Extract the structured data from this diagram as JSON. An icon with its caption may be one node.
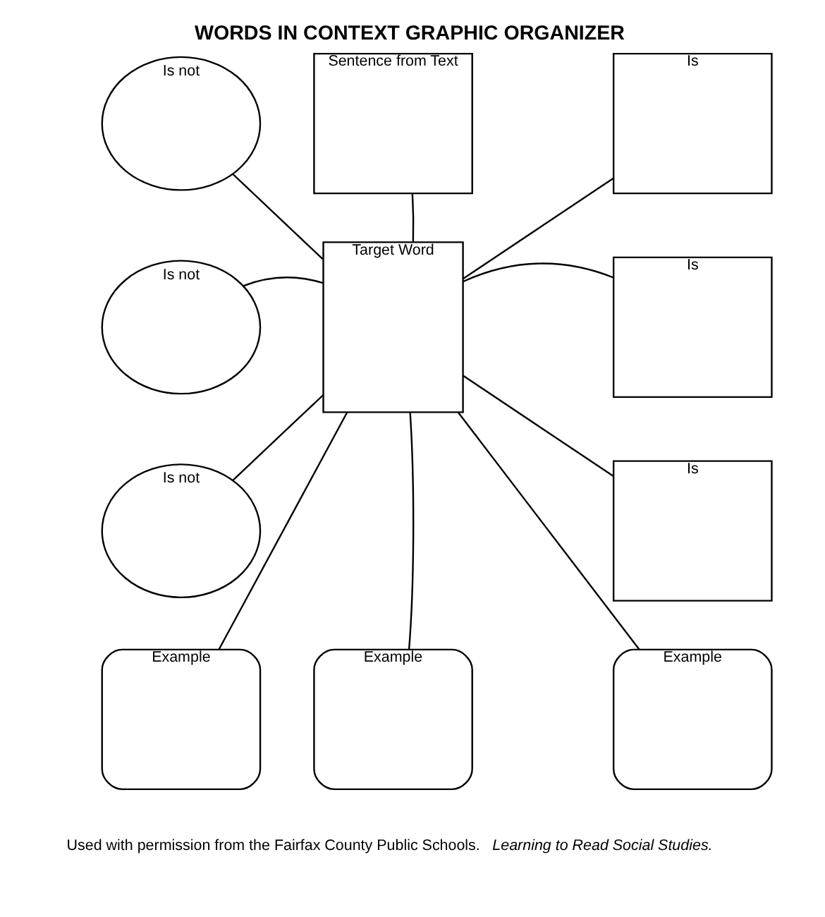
{
  "diagram": {
    "title": "WORDS IN CONTEXT GRAPHIC ORGANIZER",
    "caption": "Used with permission from the Fairfax County Public Schools. *Learning to Read Social Studies.*",
    "nodes": [
      {
        "text": [
          "Is not"
        ]
      },
      {
        "text": [
          "Sentence from Text"
        ]
      },
      {
        "text": [
          "Is"
        ]
      },
      {
        "text": [
          "Is not"
        ]
      },
      {
        "text": [
          "Target Word"
        ]
      },
      {
        "text": [
          "Is"
        ]
      },
      {
        "text": [
          "Is not"
        ]
      },
      {
        "text": [
          "Is"
        ]
      },
      {
        "text": [
          "Example"
        ]
      },
      {
        "text": [
          "Example"
        ]
      },
      {
        "text": [
          "Example"
        ]
      }
    ],
    "edges": [
      {
        "from": 4,
        "to": 0,
        "arrow": "none"
      },
      {
        "from": 4,
        "to": 1,
        "arrow": "none"
      },
      {
        "from": 4,
        "to": 2,
        "arrow": "none"
      },
      {
        "from": 4,
        "to": 3,
        "arrow": "none"
      },
      {
        "from": 4,
        "to": 5,
        "arrow": "none"
      },
      {
        "from": 4,
        "to": 6,
        "arrow": "none"
      },
      {
        "from": 4,
        "to": 7,
        "arrow": "none"
      },
      {
        "from": 4,
        "to": 8,
        "arrow": "none"
      },
      {
        "from": 4,
        "to": 9,
        "arrow": "none"
      },
      {
        "from": 4,
        "to": 10,
        "arrow": "none"
      }
    ]
  }
}
